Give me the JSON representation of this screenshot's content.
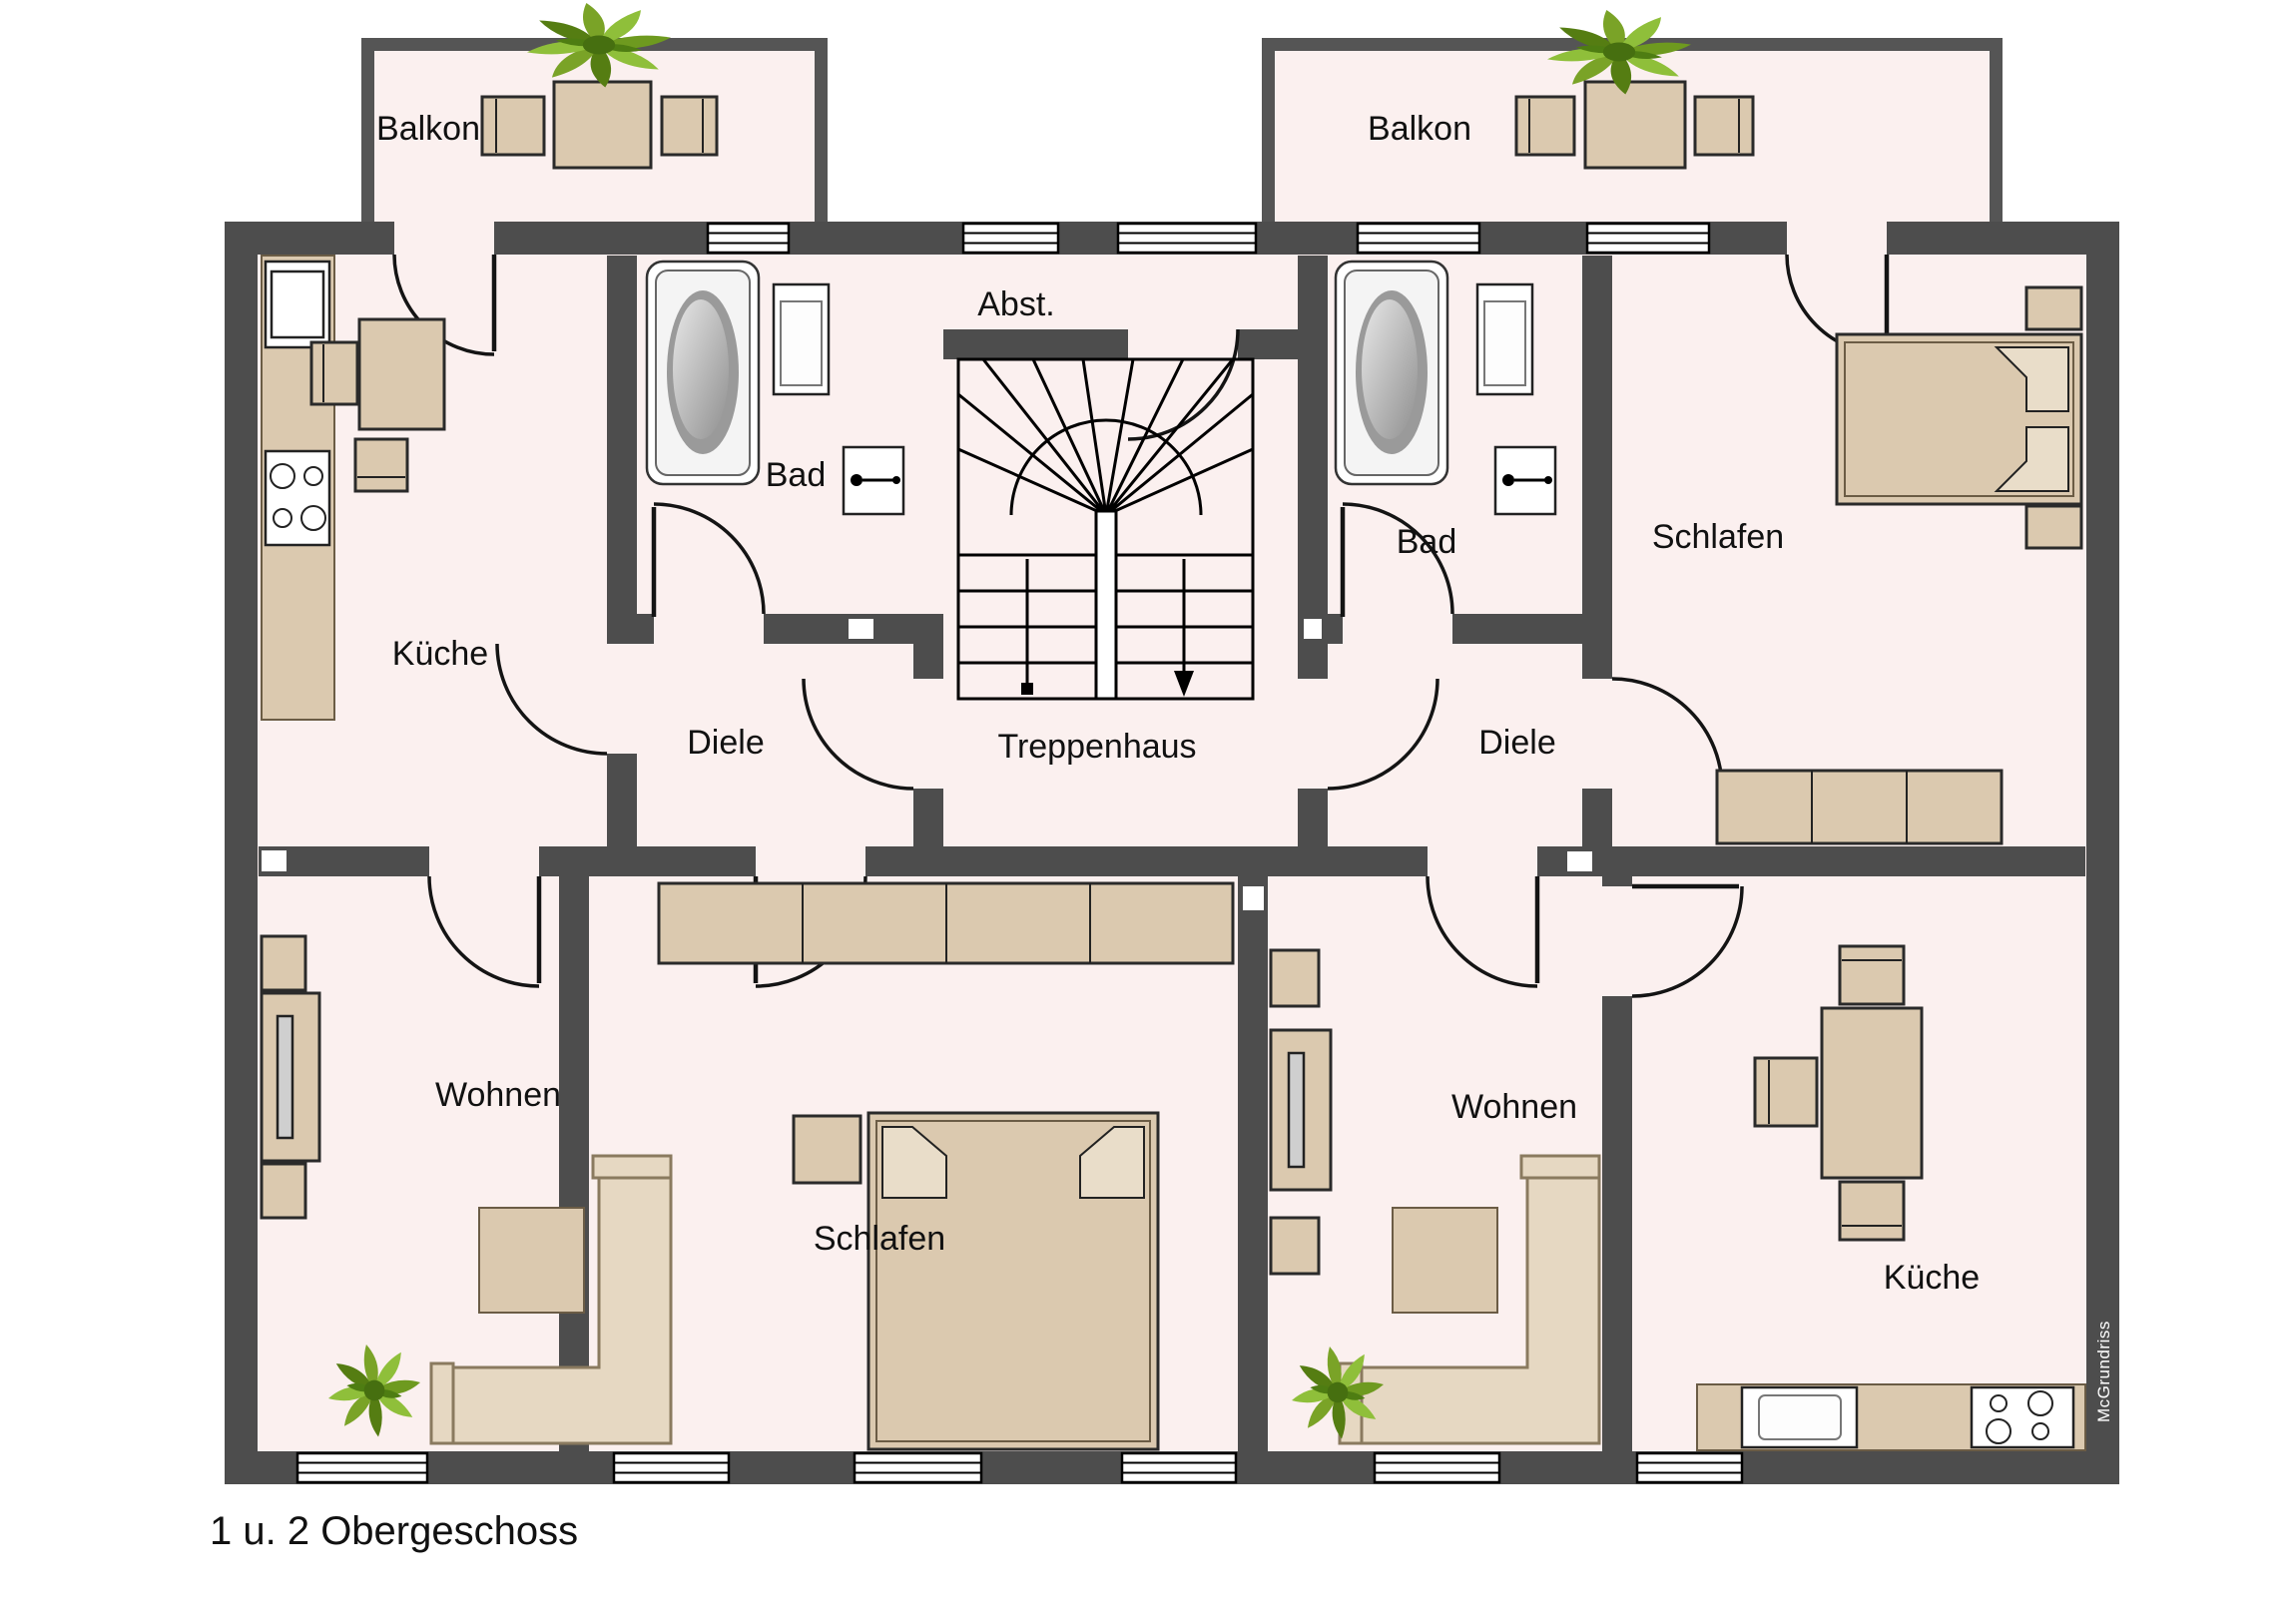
{
  "caption": "1 u. 2 Obergeschoss",
  "watermark": "McGrundriss",
  "rooms": {
    "balkon_l": {
      "label": "Balkon"
    },
    "balkon_r": {
      "label": "Balkon"
    },
    "kueche_l": {
      "label": "Küche"
    },
    "bad_l": {
      "label": "Bad"
    },
    "abst": {
      "label": "Abst."
    },
    "bad_r": {
      "label": "Bad"
    },
    "schlafen_r": {
      "label": "Schlafen"
    },
    "diele_l": {
      "label": "Diele"
    },
    "treppenhaus": {
      "label": "Treppenhaus"
    },
    "diele_r": {
      "label": "Diele"
    },
    "wohnen_l": {
      "label": "Wohnen"
    },
    "schlafen_m": {
      "label": "Schlafen"
    },
    "wohnen_r": {
      "label": "Wohnen"
    },
    "kueche_r": {
      "label": "Küche"
    }
  },
  "colors": {
    "wall": "#4d4d4d",
    "floor": "#fbf0ef",
    "furniture": "#dbc9af",
    "furniture_light": "#eadfcc",
    "sofa": "#e6d8c2",
    "plant_green": "#7aa327",
    "line": "#1a1a1a"
  }
}
